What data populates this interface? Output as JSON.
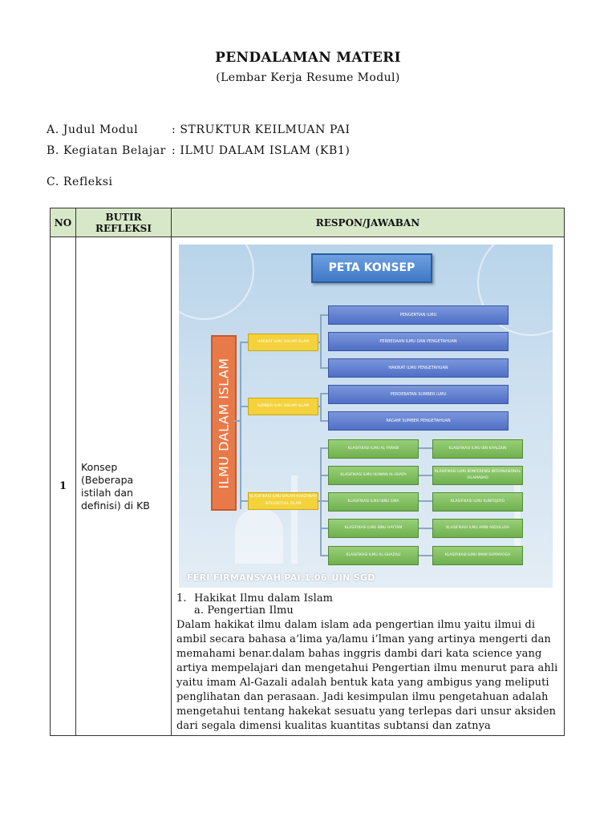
{
  "doc": {
    "title": "PENDALAMAN MATERI",
    "subtitle": "(Lembar Kerja Resume Modul)"
  },
  "info": [
    {
      "label": "A.  Judul Modul",
      "value": ": STRUKTUR KEILMUAN PAI"
    },
    {
      "label": "B.  Kegiatan Belajar",
      "value": ": ILMU DALAM ISLAM (KB1)"
    },
    {
      "label": "C.  Refleksi",
      "value": ""
    }
  ],
  "table": {
    "headers": {
      "no": "NO",
      "butir": "BUTIR REFLEKSI",
      "respon": "RESPON/JAWABAN"
    },
    "rows": [
      {
        "no": "1",
        "butir": "Konsep (Beberapa istilah dan definisi) di KB"
      }
    ]
  },
  "diagram": {
    "title": "PETA KONSEP",
    "root": "ILMU DALAM ISLAM",
    "groups": [
      "HAKIKAT ILMU DALAM ISLAM",
      "SUMBER ILMU DALAM ISLAM",
      "KLASIFIKASI ILMU DALAM KHAZANAH INTELEKTUAL ISLAM"
    ],
    "blue": [
      "PENGERTIAN ILMU",
      "PERBEDAAN ILMU DAN PENGETAHUAN",
      "HAKIKAT ILMU PENGETAHUAN",
      "PERDEBATAN SUMBER ILMU",
      "RAGAM SUMBER PENGETAHUAN"
    ],
    "green_left": [
      "KLASIFIKASI ILMU AL-FARABI",
      "KLASIFIKASI ILMU IKHWAN AL-SHAFA",
      "KLASIFIKASI ILMU IBNU SINA",
      "KLASIFIKASI ILMU IBNU HAYTAM",
      "KLASIFIKASI ILMU AL-GHAZALI"
    ],
    "green_right": [
      "KLASIFIKASI ILMU IBN KHALDUN",
      "KLASIFIKASI ILMU KONFERENSI INTERNASIONAL ISLAMABAD",
      "KLASIFIKASI ILMU KUNTOJOYO",
      "KLASIFIKASI ILMU AMIN ABDULLOH",
      "KLASIFIKASI ILMU IMAM SUPRAYOGA"
    ],
    "credit": "FERI FIRMANSYAH PAI.1.06_UIN SGD"
  },
  "response": {
    "heading_num": "1.",
    "heading": "Hakikat Ilmu dalam Islam",
    "subheading": "a. Pengertian Ilmu",
    "paragraph": "Dalam hakikat ilmu dalam islam ada pengertian ilmu yaitu ilmui di ambil secara bahasa a’lima ya/lamu i’lman yang artinya mengerti dan memahami benar.dalam bahas inggris dambi dari kata science yang artiya mempelajari dan mengetahui Pengertian ilmu menurut para ahli yaitu imam Al-Gazali adalah bentuk kata yang ambigus yang meliputi penglihatan dan perasaan. Jadi kesimpulan ilmu pengetahuan adalah mengetahui tentang hakekat sesuatu yang terlepas dari unsur aksiden dari segala dimensi kualitas kuantitas subtansi dan zatnya"
  }
}
